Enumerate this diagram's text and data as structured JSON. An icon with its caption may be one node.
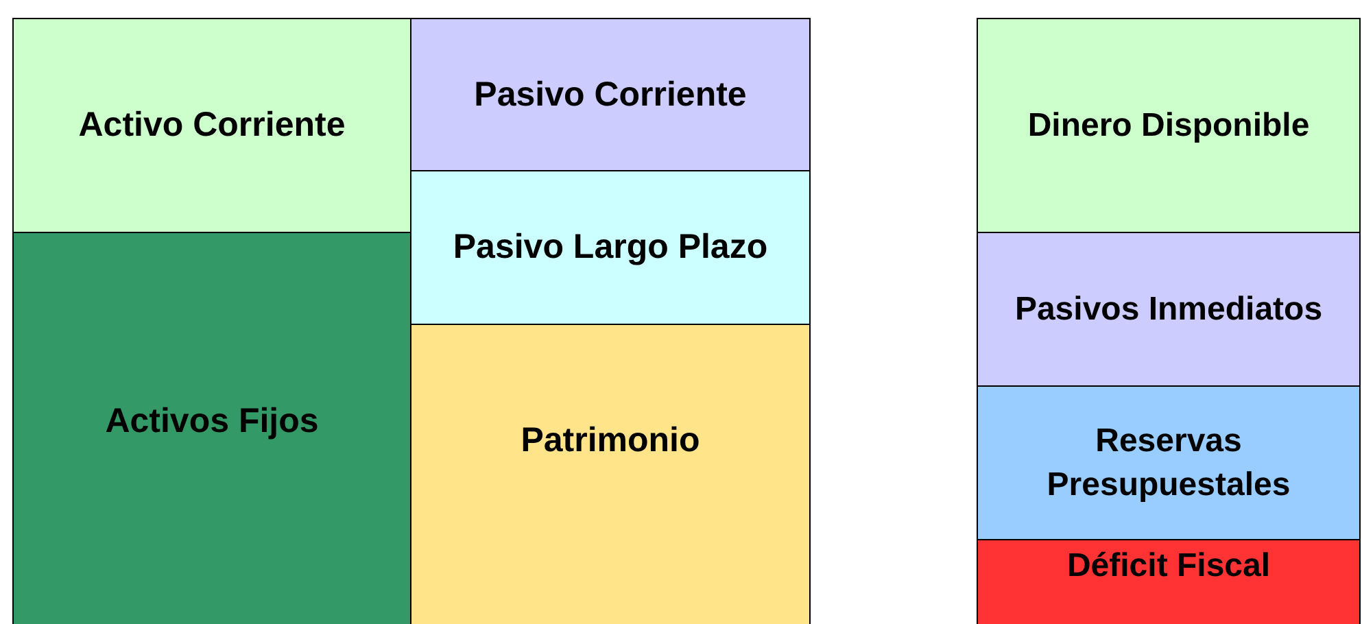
{
  "diagram": {
    "nodes": [
      {
        "text": [
          "Activo Corriente"
        ]
      },
      {
        "text": [
          "Pasivo Corriente"
        ]
      },
      {
        "text": [
          "Pasivo Largo Plazo"
        ]
      },
      {
        "text": [
          "Activos Fijos"
        ]
      },
      {
        "text": [
          "Patrimonio"
        ]
      },
      {
        "text": [
          "Dinero Disponible"
        ]
      },
      {
        "text": [
          "Pasivos Inmediatos"
        ]
      },
      {
        "text": [
          "Reservas Presupuestales"
        ]
      },
      {
        "text": [
          "Déficit Fiscal"
        ]
      }
    ]
  }
}
